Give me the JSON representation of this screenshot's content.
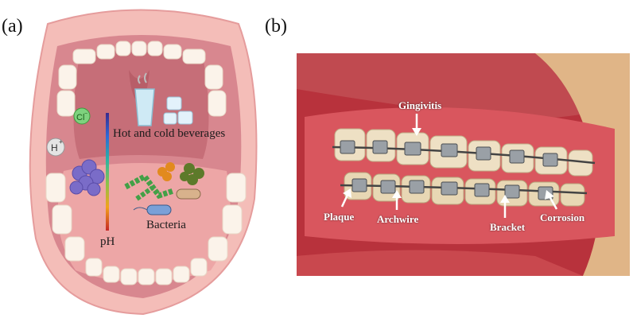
{
  "panels": {
    "a": {
      "label": "(a)",
      "ions": {
        "chloride": "Cl",
        "chloride_sup": "−",
        "hydrogen": "H",
        "hydrogen_sup": "+"
      },
      "beverages": "Hot and cold beverages",
      "bacteria": "Bacteria",
      "ph": "pH"
    },
    "b": {
      "label": "(b)",
      "annotations": {
        "gingivitis": "Gingivitis",
        "plaque": "Plaque",
        "archwire": "Archwire",
        "bracket": "Bracket",
        "corrosion": "Corrosion"
      }
    }
  },
  "colors": {
    "lip": "#f2b8b4",
    "mouth_interior": "#d98a92",
    "tongue": "#eea7a8",
    "gum": "#c0303a"
  }
}
